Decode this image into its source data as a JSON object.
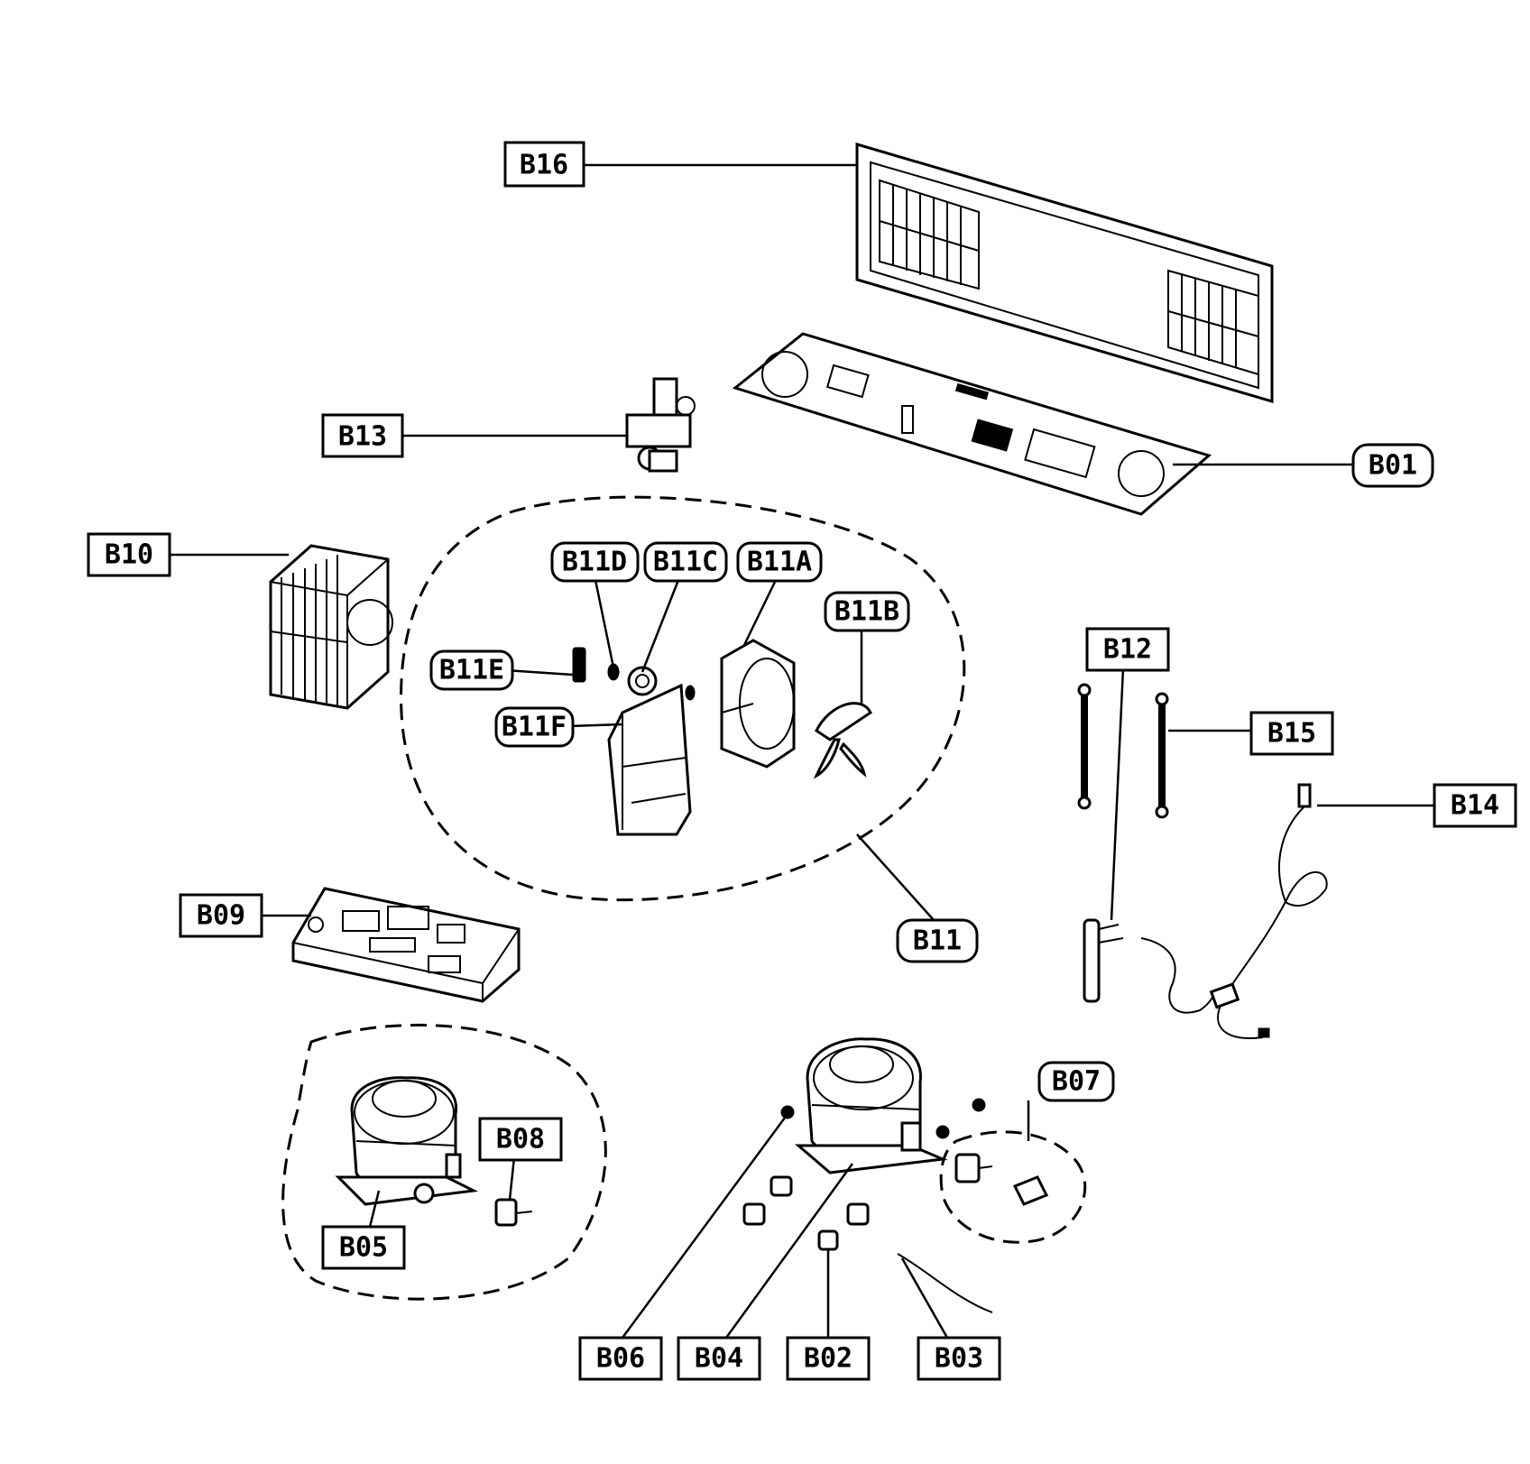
{
  "labels": {
    "B16": "B16",
    "B13": "B13",
    "B01": "B01",
    "B10": "B10",
    "B11D": "B11D",
    "B11C": "B11C",
    "B11A": "B11A",
    "B11B": "B11B",
    "B11E": "B11E",
    "B11F": "B11F",
    "B12": "B12",
    "B15": "B15",
    "B14": "B14",
    "B09": "B09",
    "B11": "B11",
    "B07": "B07",
    "B08": "B08",
    "B05": "B05",
    "B06": "B06",
    "B04": "B04",
    "B02": "B02",
    "B03": "B03"
  }
}
